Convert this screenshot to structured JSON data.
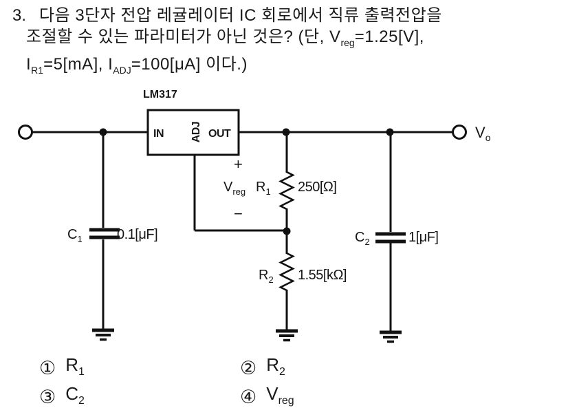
{
  "question": {
    "number": "3.",
    "line1": "다음 3단자 전압 레귤레이터 IC 회로에서 직류 출력전압을",
    "line2": {
      "a": "조절할 수 있는 파라미터가 아닌 것은? (단, V",
      "sub": "reg",
      "b": "=1.25[V],"
    },
    "line3": {
      "a": "I",
      "sub_a": "R1",
      "b": "=5[mA], I",
      "sub_b": "ADJ",
      "c": "=100[μA]  이다.)"
    }
  },
  "circuit": {
    "ic_label": "LM317",
    "pin_in": "IN",
    "pin_adj": "ADJ",
    "pin_out": "OUT",
    "plus": "+",
    "minus": "−",
    "vreg": {
      "base": "V",
      "sub": "reg"
    },
    "r1": {
      "base": "R",
      "sub": "1",
      "value": "250[Ω]"
    },
    "r2": {
      "base": "R",
      "sub": "2",
      "value": "1.55[kΩ]"
    },
    "c1": {
      "base": "C",
      "sub": "1",
      "value": "0.1[μF]"
    },
    "c2": {
      "base": "C",
      "sub": "2",
      "value": "1[μF]"
    },
    "vo": {
      "base": "V",
      "sub": "o"
    }
  },
  "options": [
    {
      "num": "①",
      "base": "R",
      "sub": "1"
    },
    {
      "num": "②",
      "base": "R",
      "sub": "2"
    },
    {
      "num": "③",
      "base": "C",
      "sub": "2"
    },
    {
      "num": "④",
      "base": "V",
      "sub": "reg"
    }
  ],
  "colors": {
    "ink": "#1a1a1a",
    "line": "#111111",
    "background": "#ffffff"
  }
}
